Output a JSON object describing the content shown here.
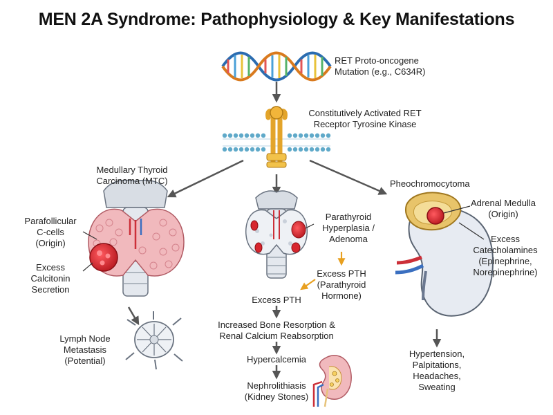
{
  "title": "MEN 2A Syndrome: Pathophysiology & Key Manifestations",
  "top": {
    "mutation": "RET Proto-oncogene\nMutation (e.g., C634R)",
    "receptor": "Constitutively Activated RET\nReceptor Tyrosine Kinase"
  },
  "left_branch": {
    "heading": "Medullary Thyroid\nCarcinoma (MTC)",
    "origin": "Parafollicular\nC-cells\n(Origin)",
    "secretion": "Excess\nCalcitonin\nSecretion",
    "metastasis": "Lymph Node\nMetastasis\n(Potential)"
  },
  "center_branch": {
    "parathyroid": "Parathyroid\nHyperplasia /\nAdenoma",
    "pth_full": "Excess PTH\n(Parathyroid\nHormone)",
    "pth_short": "Excess PTH",
    "resorption": "Increased Bone Resorption &\nRenal Calcium Reabsorption",
    "hypercalcemia": "Hypercalcemia",
    "stones": "Nephrolithiasis\n(Kidney Stones)"
  },
  "right_branch": {
    "heading": "Pheochromocytoma",
    "origin": "Adrenal Medulla\n(Origin)",
    "catecholamines": "Excess\nCatecholamines\n(Epinephrine,\nNorepinephrine)",
    "symptoms": "Hypertension,\nPalpitations,\nHeadaches,\nSweating"
  },
  "colors": {
    "arrow": "#555555",
    "highlight_arrow": "#e8a020",
    "thyroid_pink": "#f1b9bd",
    "tumor_red": "#d7262e",
    "cartilage": "#d8dde4",
    "kidney": "#e7ebf2",
    "adrenal": "#e8c46a",
    "membrane": "#5fa9c9"
  }
}
